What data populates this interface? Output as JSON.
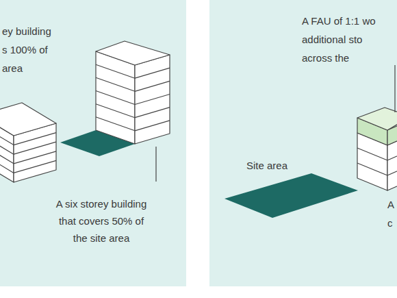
{
  "diagram": {
    "labels": [
      "ey building s 100% of area",
      "A six storey building that covers 50% of the site area",
      "A FAU of 1:1 wo additional sto across the",
      "Site area",
      "A c"
    ]
  }
}
